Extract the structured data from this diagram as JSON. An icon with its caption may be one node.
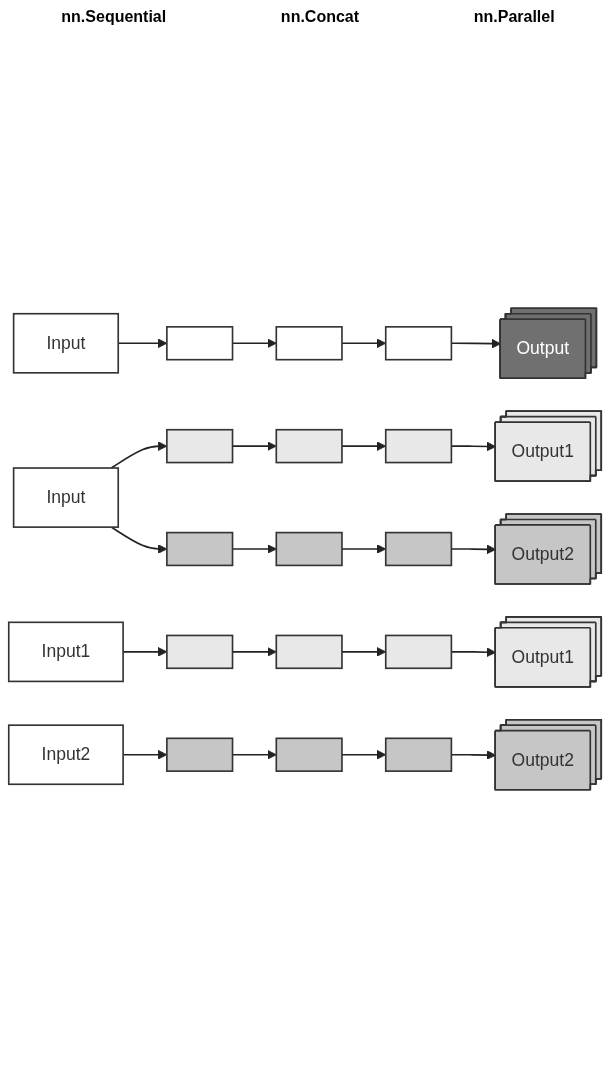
{
  "diagram": {
    "nodes": [
      {
        "text": [
          "Input"
        ]
      },
      {
        "text": [],
        "shape": "box"
      },
      {
        "text": [],
        "shape": "box"
      },
      {
        "text": [],
        "shape": "box"
      },
      {
        "text": [
          "Output"
        ]
      },
      {
        "text": [
          "Input"
        ]
      },
      {
        "text": [],
        "shape": "box"
      },
      {
        "text": [],
        "shape": "box"
      },
      {
        "text": [],
        "shape": "box"
      },
      {
        "text": [
          "Output1"
        ]
      },
      {
        "text": [],
        "shape": "box"
      },
      {
        "text": [],
        "shape": "box"
      },
      {
        "text": [],
        "shape": "box"
      },
      {
        "text": [
          "Output2"
        ]
      },
      {
        "text": [
          "Input1"
        ]
      },
      {
        "text": [],
        "shape": "box"
      },
      {
        "text": [],
        "shape": "box"
      },
      {
        "text": [],
        "shape": "box"
      },
      {
        "text": [
          "Output1"
        ]
      },
      {
        "text": [
          "Input2"
        ]
      },
      {
        "text": [],
        "shape": "box"
      },
      {
        "text": [],
        "shape": "box"
      },
      {
        "text": [],
        "shape": "box"
      },
      {
        "text": [
          "Output2"
        ]
      }
    ],
    "edges": [
      {
        "from": 0,
        "to": 1,
        "arrow": "to"
      },
      {
        "from": 1,
        "to": 2,
        "arrow": "to"
      },
      {
        "from": 2,
        "to": 3,
        "arrow": "to"
      },
      {
        "from": 3,
        "to": 4,
        "arrow": "to"
      },
      {
        "from": 5,
        "to": 6,
        "arrow": "to"
      },
      {
        "from": 6,
        "to": 7,
        "arrow": "to"
      },
      {
        "from": 7,
        "to": 8,
        "arrow": "to"
      },
      {
        "from": 8,
        "to": 9,
        "arrow": "to"
      },
      {
        "from": 5,
        "to": 10,
        "arrow": "to"
      },
      {
        "from": 10,
        "to": 11,
        "arrow": "to"
      },
      {
        "from": 11,
        "to": 12,
        "arrow": "to"
      },
      {
        "from": 12,
        "to": 13,
        "arrow": "to"
      },
      {
        "from": 14,
        "to": 15,
        "arrow": "to"
      },
      {
        "from": 15,
        "to": 16,
        "arrow": "to"
      },
      {
        "from": 16,
        "to": 17,
        "arrow": "to"
      },
      {
        "from": 17,
        "to": 18,
        "arrow": "to"
      },
      {
        "from": 19,
        "to": 20,
        "arrow": "to"
      },
      {
        "from": 20,
        "to": 21,
        "arrow": "to"
      },
      {
        "from": 21,
        "to": 22,
        "arrow": "to"
      },
      {
        "from": 22,
        "to": 23,
        "arrow": "to"
      }
    ],
    "labels": [
      "nn.Sequential",
      "nn.Concat",
      "nn.Parallel"
    ]
  }
}
